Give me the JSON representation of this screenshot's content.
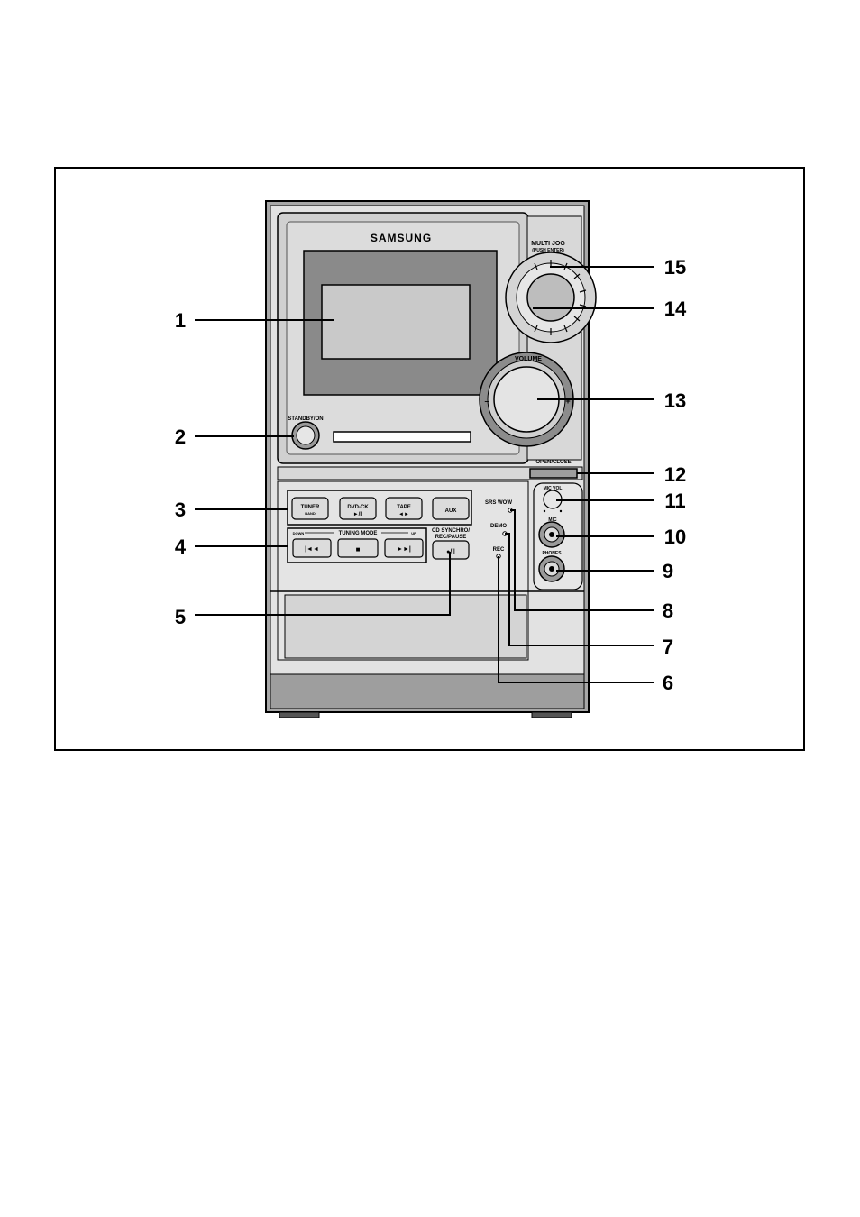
{
  "brand": "SAMSUNG",
  "labels": {
    "standby": "STANDBY/ON",
    "multi_jog": "MULTI JOG",
    "multi_jog_sub": "(PUSH ENTER)",
    "volume": "VOLUME",
    "volume_minus": "–",
    "volume_plus": "+",
    "open_close": "OPEN/CLOSE",
    "mic_vol": "MIC VOL",
    "mic": "MIC",
    "phones": "PHONES",
    "srs_wow": "SRS WOW",
    "demo": "DEMO",
    "rec": "REC",
    "tuning_mode": "TUNING MODE",
    "tuning_down": "DOWN",
    "tuning_up": "UP",
    "cd_synchro_line1": "CD SYNCHRO/",
    "cd_synchro_line2": "REC/PAUSE"
  },
  "buttons": {
    "tuner": "TUNER",
    "tuner_sub": "BAND",
    "dvdcd": "DVD-CK",
    "dvdcd_sub": "►/‖",
    "tape": "TAPE",
    "tape_sub": "◄►",
    "aux": "AUX",
    "prev": "|◄◄",
    "stop": "■",
    "next": "►►|",
    "rec_pause": "●/‖"
  },
  "callouts": [
    "1",
    "2",
    "3",
    "4",
    "5",
    "6",
    "7",
    "8",
    "9",
    "10",
    "11",
    "12",
    "13",
    "14",
    "15"
  ],
  "colors": {
    "line": "#000000",
    "panel": "#d6d6d6",
    "panel_dark": "#9a9a9a",
    "display": "#c4c4c4"
  }
}
